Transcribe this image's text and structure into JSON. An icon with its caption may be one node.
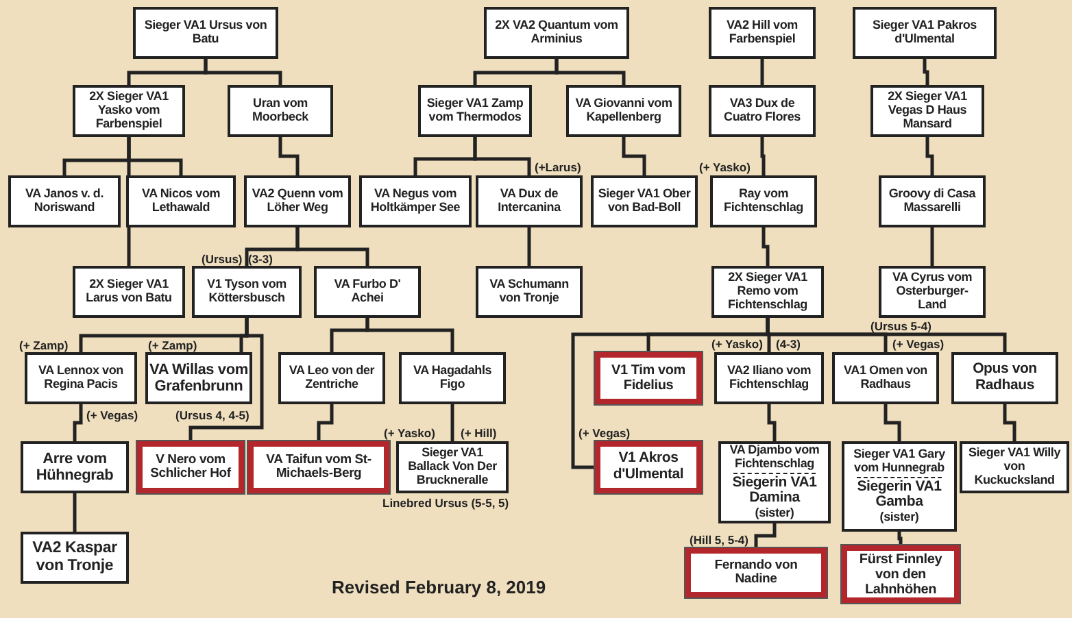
{
  "diagram": {
    "nodes": [
      {
        "text": [
          "Sieger VA1 Ursus von Batu"
        ]
      },
      {
        "text": [
          "2X Sieger VA1 Yasko vom Farbenspiel"
        ]
      },
      {
        "text": [
          "Uran vom Moorbeck"
        ]
      },
      {
        "text": [
          "VA Janos v. d. Noriswand"
        ]
      },
      {
        "text": [
          "VA Nicos vom Lethawald"
        ]
      },
      {
        "text": [
          "VA2 Quenn vom Löher Weg"
        ]
      },
      {
        "text": [
          "2X Sieger VA1 Larus von Batu"
        ]
      },
      {
        "text": [
          "V1 Tyson vom Köttersbusch"
        ]
      },
      {
        "text": [
          "VA Furbo D' Achei"
        ]
      },
      {
        "text": [
          "VA Lennox von Regina Pacis"
        ]
      },
      {
        "text": [
          "VA Willas vom Grafenbrunn"
        ]
      },
      {
        "text": [
          "VA Leo von der Zentriche"
        ]
      },
      {
        "text": [
          "VA Hagadahls Figo"
        ]
      },
      {
        "text": [
          "Arre vom Hühnegrab"
        ]
      },
      {
        "text": [
          "V Nero vom Schlicher Hof"
        ]
      },
      {
        "text": [
          "VA Taifun vom St-Michaels-Berg"
        ]
      },
      {
        "text": [
          "Sieger VA1 Ballack Von Der Bruckneralle"
        ]
      },
      {
        "text": [
          "VA2 Kaspar von Tronje"
        ]
      },
      {
        "text": [
          "2X VA2 Quantum vom Arminius"
        ]
      },
      {
        "text": [
          "Sieger VA1 Zamp vom Thermodos"
        ]
      },
      {
        "text": [
          "VA Giovanni vom Kapellenberg"
        ]
      },
      {
        "text": [
          "VA Negus vom Holtkämper See"
        ]
      },
      {
        "text": [
          "VA Dux de Intercanina"
        ]
      },
      {
        "text": [
          "Sieger VA1 Ober von Bad-Boll"
        ]
      },
      {
        "text": [
          "VA Schumann von Tronje"
        ]
      },
      {
        "text": [
          "VA2 Hill vom Farbenspiel"
        ]
      },
      {
        "text": [
          "Sieger VA1 Pakros d'Ulmental"
        ]
      },
      {
        "text": [
          "VA3 Dux de Cuatro Flores"
        ]
      },
      {
        "text": [
          "2X Sieger VA1 Vegas D Haus Mansard"
        ]
      },
      {
        "text": [
          "Ray vom Fichtenschlag"
        ]
      },
      {
        "text": [
          "Groovy di Casa Massarelli"
        ]
      },
      {
        "text": [
          "2X Sieger VA1 Remo vom Fichtenschlag"
        ]
      },
      {
        "text": [
          "VA Cyrus vom Osterburger-Land"
        ]
      },
      {
        "text": [
          "V1 Tim vom Fidelius"
        ]
      },
      {
        "text": [
          "VA2 Iliano vom Fichtenschlag"
        ]
      },
      {
        "text": [
          "VA1 Omen von Radhaus"
        ]
      },
      {
        "text": [
          "Opus von Radhaus"
        ]
      },
      {
        "text": [
          "V1 Akros d'Ulmental"
        ]
      },
      {
        "text": [
          "VA Djambo vom Fichtenschlag",
          "Siegerin VA1 Damina",
          "(sister)"
        ]
      },
      {
        "text": [
          "Sieger VA1 Gary vom Hunnegrab",
          "Siegerin VA1 Gamba",
          "(sister)"
        ]
      },
      {
        "text": [
          "Sieger VA1 Willy von Kuckucksland"
        ]
      },
      {
        "text": [
          "Fernando von Nadine"
        ]
      },
      {
        "text": [
          "Fürst Finnley von den Lahnhöhen"
        ]
      }
    ],
    "edges": [
      {
        "from": 0,
        "to": 1,
        "arrow": "none"
      },
      {
        "from": 0,
        "to": 2,
        "arrow": "none"
      },
      {
        "from": 1,
        "to": 3,
        "arrow": "none"
      },
      {
        "from": 1,
        "to": 4,
        "arrow": "none"
      },
      {
        "from": 1,
        "to": 6,
        "arrow": "none"
      },
      {
        "from": 2,
        "to": 5,
        "arrow": "none"
      },
      {
        "from": 5,
        "to": 7,
        "arrow": "none"
      },
      {
        "from": 5,
        "to": 8,
        "arrow": "none"
      },
      {
        "from": 7,
        "to": 9,
        "arrow": "none"
      },
      {
        "from": 7,
        "to": 10,
        "arrow": "none"
      },
      {
        "from": 7,
        "to": 14,
        "arrow": "none"
      },
      {
        "from": 8,
        "to": 11,
        "arrow": "none"
      },
      {
        "from": 8,
        "to": 12,
        "arrow": "none"
      },
      {
        "from": 9,
        "to": 13,
        "arrow": "none"
      },
      {
        "from": 13,
        "to": 17,
        "arrow": "none"
      },
      {
        "from": 11,
        "to": 15,
        "arrow": "none"
      },
      {
        "from": 12,
        "to": 16,
        "arrow": "none"
      },
      {
        "from": 18,
        "to": 19,
        "arrow": "none"
      },
      {
        "from": 18,
        "to": 20,
        "arrow": "none"
      },
      {
        "from": 19,
        "to": 21,
        "arrow": "none"
      },
      {
        "from": 19,
        "to": 22,
        "arrow": "none"
      },
      {
        "from": 20,
        "to": 23,
        "arrow": "none"
      },
      {
        "from": 22,
        "to": 24,
        "arrow": "none"
      },
      {
        "from": 25,
        "to": 27,
        "arrow": "none"
      },
      {
        "from": 27,
        "to": 29,
        "arrow": "none"
      },
      {
        "from": 29,
        "to": 31,
        "arrow": "none"
      },
      {
        "from": 26,
        "to": 28,
        "arrow": "none"
      },
      {
        "from": 28,
        "to": 30,
        "arrow": "none"
      },
      {
        "from": 30,
        "to": 32,
        "arrow": "none"
      },
      {
        "from": 31,
        "to": 33,
        "arrow": "none"
      },
      {
        "from": 31,
        "to": 34,
        "arrow": "none"
      },
      {
        "from": 31,
        "to": 35,
        "arrow": "none"
      },
      {
        "from": 31,
        "to": 36,
        "arrow": "none"
      },
      {
        "from": 31,
        "to": 37,
        "arrow": "none"
      },
      {
        "from": 34,
        "to": 38,
        "arrow": "none"
      },
      {
        "from": 35,
        "to": 39,
        "arrow": "none"
      },
      {
        "from": 36,
        "to": 40,
        "arrow": "none"
      },
      {
        "from": 38,
        "to": 41,
        "arrow": "none"
      },
      {
        "from": 39,
        "to": 42,
        "arrow": "none"
      }
    ],
    "labels": [
      "(+Larus)",
      "(+ Yasko)",
      "(Ursus)",
      "(3-3)",
      "(Ursus 5-4)",
      "(+ Zamp)",
      "(+ Zamp)",
      "(+ Yasko)",
      "(4-3)",
      "(+ Vegas)",
      "(+ Vegas)",
      "(Ursus 4, 4-5)",
      "(+ Yasko)",
      "(+ Hill)",
      "(+ Vegas)",
      "Linebred Ursus (5-5, 5)",
      "(Hill 5, 5-4)",
      "Revised February 8, 2019"
    ]
  }
}
